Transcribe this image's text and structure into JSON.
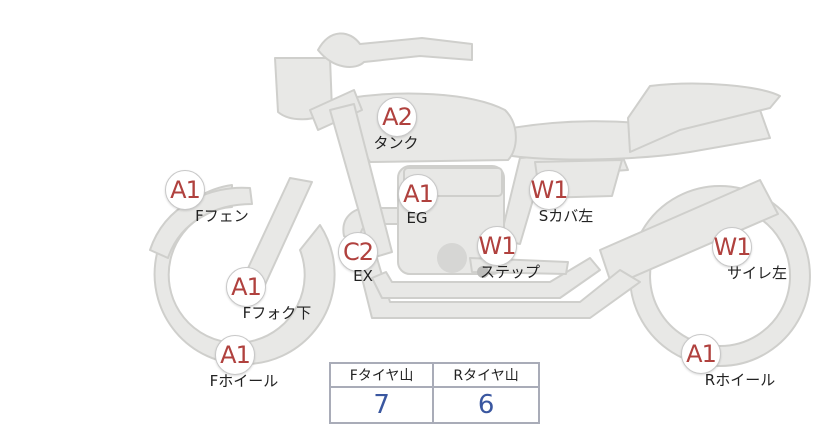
{
  "colors": {
    "body": "#e8e8e6",
    "outline": "#cfcfcc",
    "grade_text": "#b0413e",
    "tire_value": "#3a57a0",
    "table_border": "#a9acb8"
  },
  "parts": [
    {
      "id": "tank",
      "grade": "A2",
      "label": "タンク"
    },
    {
      "id": "eg",
      "grade": "A1",
      "label": "EG"
    },
    {
      "id": "side-cover",
      "grade": "W1",
      "label": "Sカバ左"
    },
    {
      "id": "front-fender",
      "grade": "A1",
      "label": "Fフェン"
    },
    {
      "id": "step",
      "grade": "W1",
      "label": "ステップ"
    },
    {
      "id": "exhaust",
      "grade": "C2",
      "label": "EX"
    },
    {
      "id": "muffler",
      "grade": "W1",
      "label": "サイレ左"
    },
    {
      "id": "front-fork",
      "grade": "A1",
      "label": "Fフォク下"
    },
    {
      "id": "front-wheel",
      "grade": "A1",
      "label": "Fホイール"
    },
    {
      "id": "rear-wheel",
      "grade": "A1",
      "label": "Rホイール"
    }
  ],
  "tire_table": {
    "headers": [
      "Fタイヤ山",
      "Rタイヤ山"
    ],
    "values": [
      "7",
      "6"
    ]
  }
}
